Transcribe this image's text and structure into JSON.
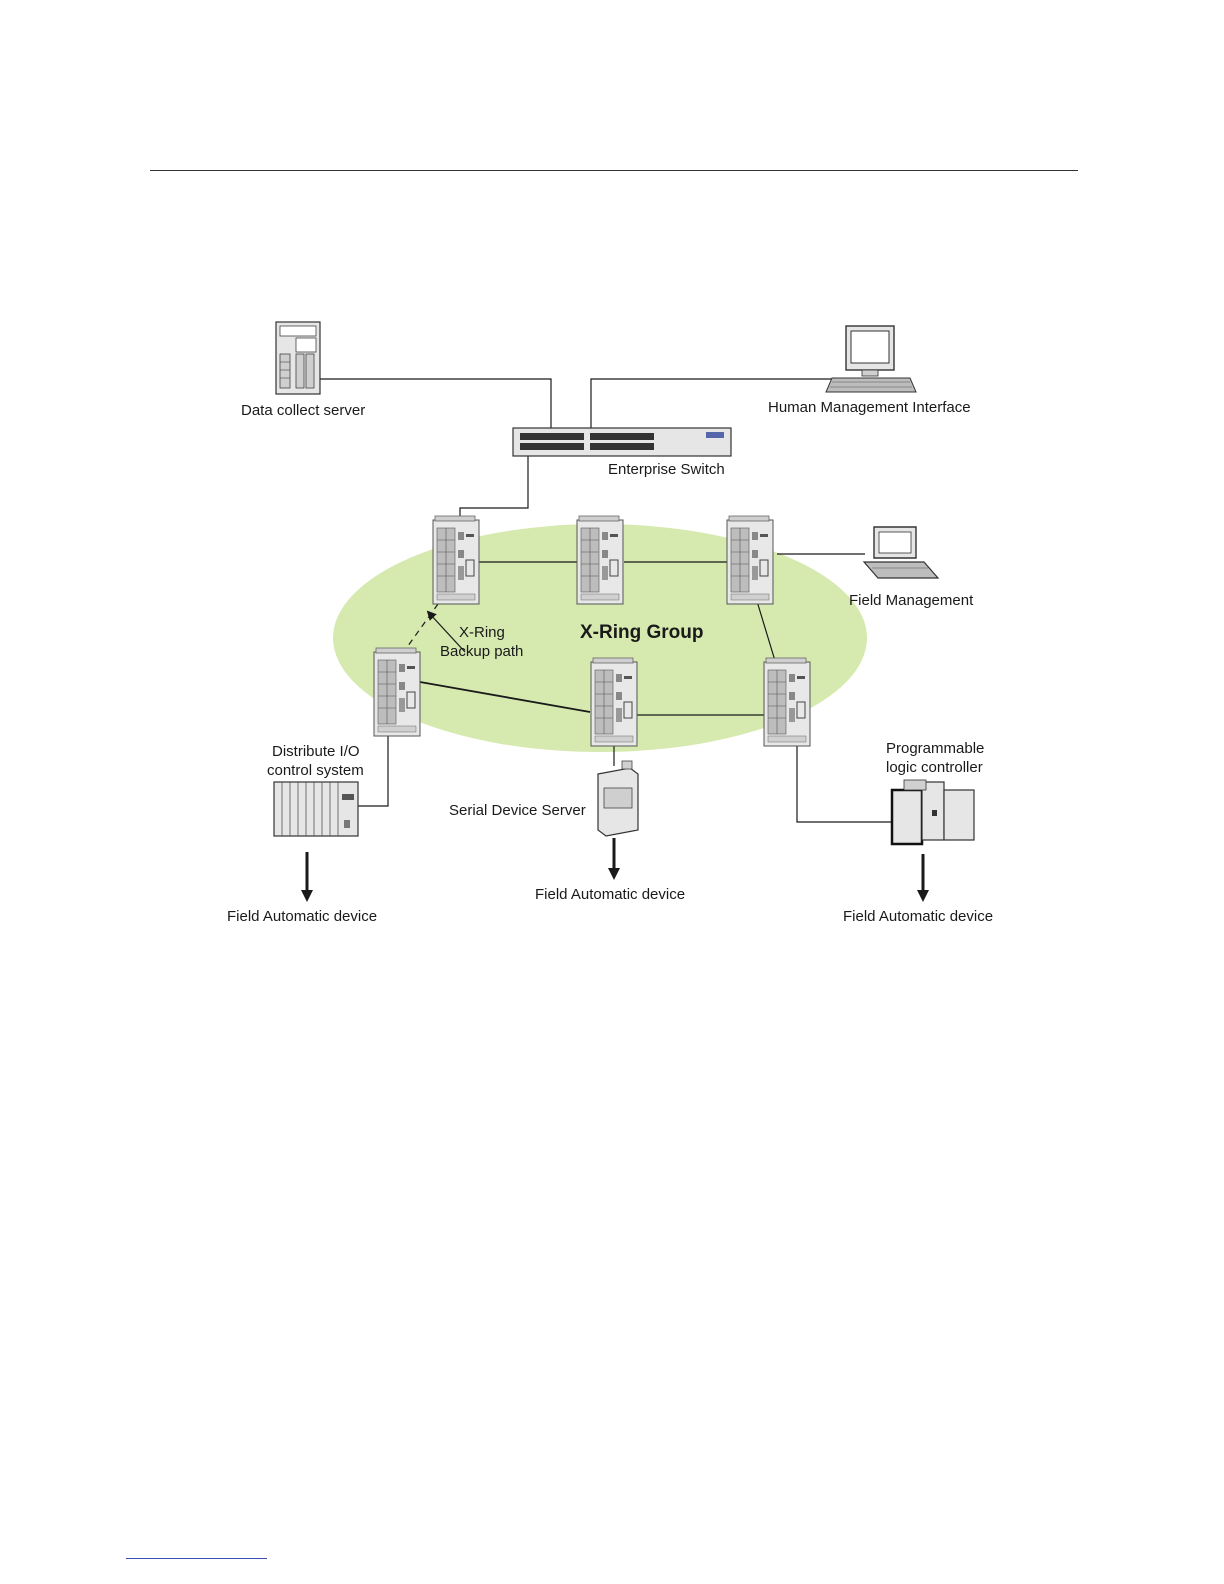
{
  "figure": {
    "ring_title": "X-Ring Group",
    "labels": {
      "data_collect_server": "Data collect server",
      "human_management_interface": "Human Management Interface",
      "enterprise_switch": "Enterprise Switch",
      "field_management": "Field Management",
      "backup_path_line1": "X-Ring",
      "backup_path_line2": "Backup path",
      "distribute_io_line1": "Distribute I/O",
      "distribute_io_line2": "control system",
      "serial_device_server": "Serial Device Server",
      "plc_line1": "Programmable",
      "plc_line2": "logic controller",
      "field_device_left": "Field Automatic device",
      "field_device_center": "Field Automatic device",
      "field_device_right": "Field Automatic device"
    },
    "colors": {
      "ring_fill": "#d6eab0",
      "line": "#1a1a1a",
      "device": "#e6e6e6"
    },
    "icons": [
      "server-icon",
      "desktop-computer-icon",
      "enterprise-switch-icon",
      "industrial-switch-icon",
      "laptop-icon",
      "io-rack-icon",
      "serial-device-server-icon",
      "plc-icon",
      "down-arrow-icon"
    ]
  }
}
